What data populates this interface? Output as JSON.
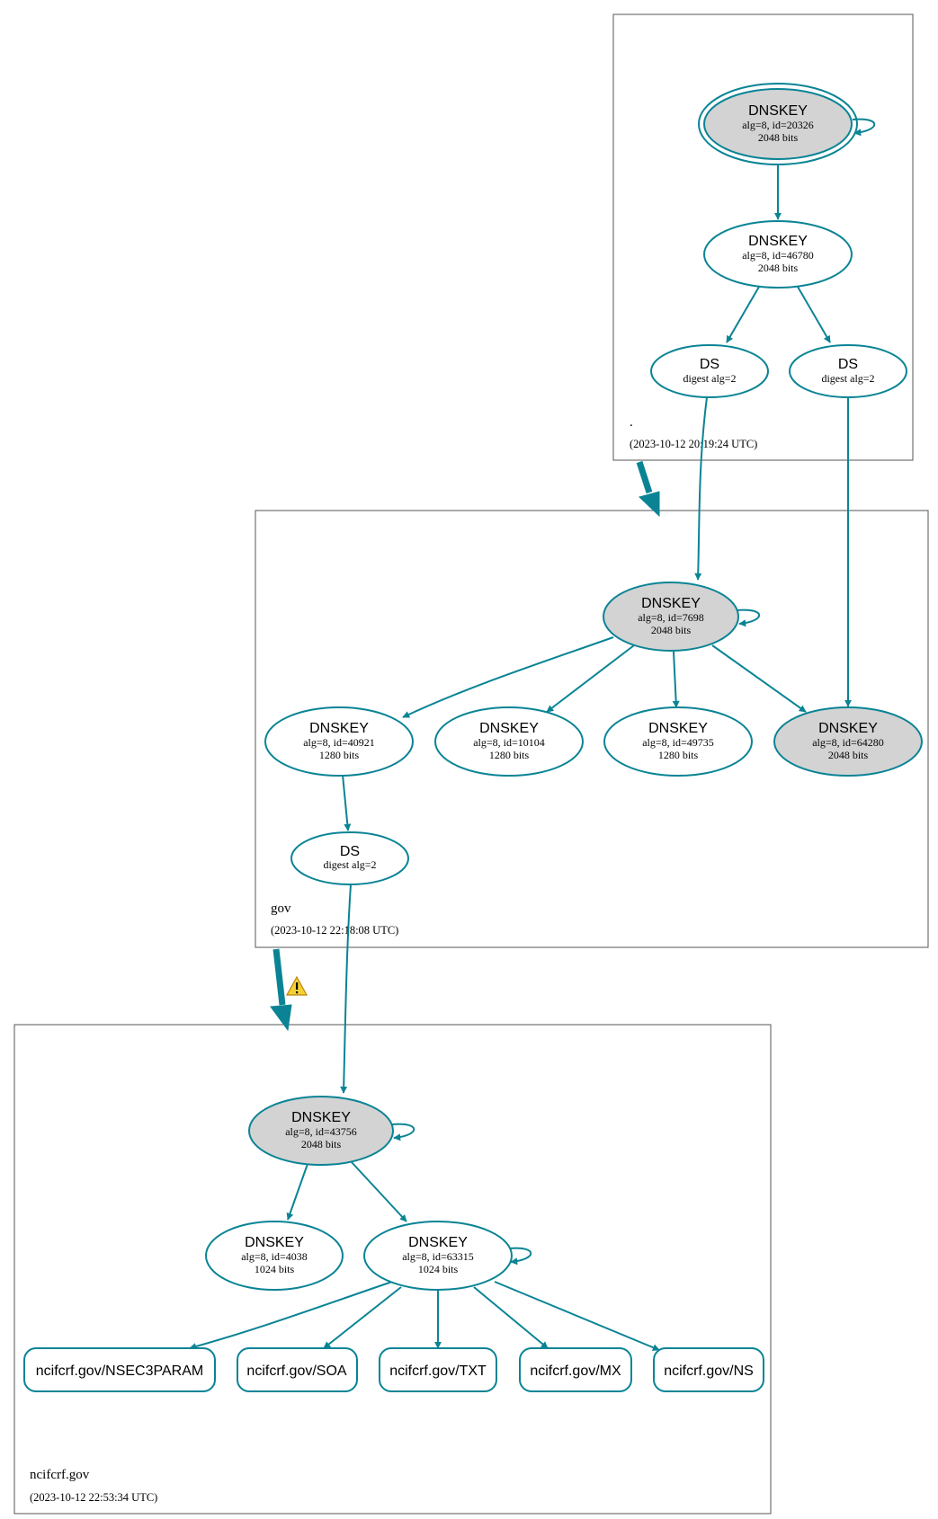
{
  "colors": {
    "edge": "#0a8495",
    "sep_fill": "#d3d3d3",
    "plain_fill": "#ffffff",
    "warning": "#f5d033"
  },
  "zones": {
    "root": {
      "name": ".",
      "time": "(2023-10-12 20:19:24 UTC)"
    },
    "gov": {
      "name": "gov",
      "time": "(2023-10-12 22:18:08 UTC)"
    },
    "ncifcrf": {
      "name": "ncifcrf.gov",
      "time": "(2023-10-12 22:53:34 UTC)"
    }
  },
  "nodes": {
    "root_ksk": {
      "type": "DNSKEY",
      "line1": "alg=8, id=20326",
      "line2": "2048 bits",
      "sep": true,
      "trust_anchor": true
    },
    "root_zsk": {
      "type": "DNSKEY",
      "line1": "alg=8, id=46780",
      "line2": "2048 bits",
      "sep": false
    },
    "root_ds1": {
      "type": "DS",
      "line1": "digest alg=2"
    },
    "root_ds2": {
      "type": "DS",
      "line1": "digest alg=2"
    },
    "gov_ksk7698": {
      "type": "DNSKEY",
      "line1": "alg=8, id=7698",
      "line2": "2048 bits",
      "sep": true
    },
    "gov_key40921": {
      "type": "DNSKEY",
      "line1": "alg=8, id=40921",
      "line2": "1280 bits",
      "sep": false
    },
    "gov_key10104": {
      "type": "DNSKEY",
      "line1": "alg=8, id=10104",
      "line2": "1280 bits",
      "sep": false
    },
    "gov_key49735": {
      "type": "DNSKEY",
      "line1": "alg=8, id=49735",
      "line2": "1280 bits",
      "sep": false
    },
    "gov_key64280": {
      "type": "DNSKEY",
      "line1": "alg=8, id=64280",
      "line2": "2048 bits",
      "sep": true
    },
    "gov_ds": {
      "type": "DS",
      "line1": "digest alg=2"
    },
    "nci_ksk43756": {
      "type": "DNSKEY",
      "line1": "alg=8, id=43756",
      "line2": "2048 bits",
      "sep": true
    },
    "nci_key4038": {
      "type": "DNSKEY",
      "line1": "alg=8, id=4038",
      "line2": "1024 bits",
      "sep": false
    },
    "nci_key63315": {
      "type": "DNSKEY",
      "line1": "alg=8, id=63315",
      "line2": "1024 bits",
      "sep": false
    }
  },
  "rrsets": {
    "nsec3param": "ncifcrf.gov/NSEC3PARAM",
    "soa": "ncifcrf.gov/SOA",
    "txt": "ncifcrf.gov/TXT",
    "mx": "ncifcrf.gov/MX",
    "ns": "ncifcrf.gov/NS"
  },
  "delegations": {
    "root_to_gov": {
      "status": "secure"
    },
    "gov_to_ncifcrf": {
      "status": "secure",
      "warning": true,
      "icon": "warning-icon"
    }
  }
}
